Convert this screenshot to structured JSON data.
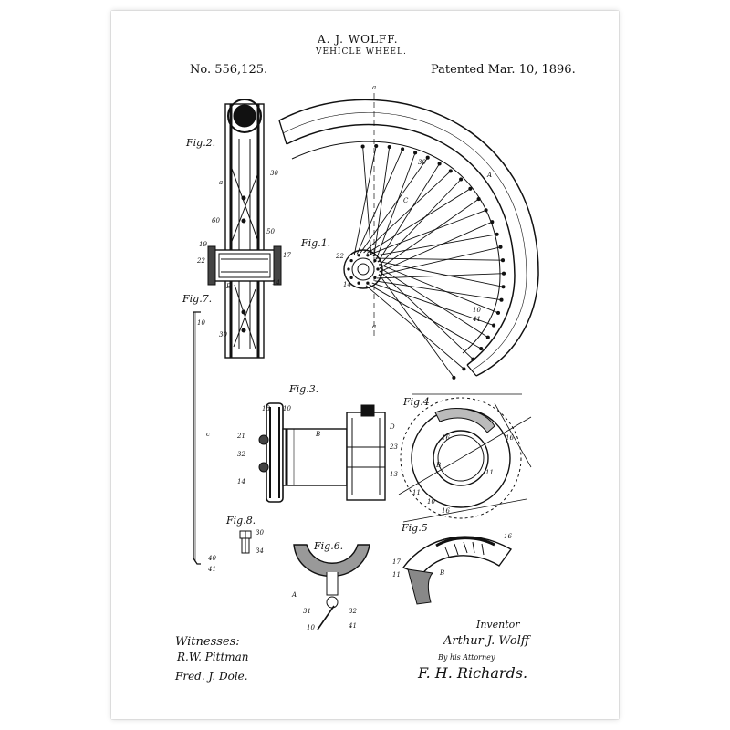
{
  "header": {
    "inventor": "A. J. WOLFF.",
    "title": "VEHICLE WHEEL.",
    "number": "No. 556,125.",
    "patented": "Patented Mar. 10, 1896."
  },
  "figures": {
    "fig1": "Fig.1.",
    "fig2": "Fig.2.",
    "fig3": "Fig.3.",
    "fig4": "Fig.4",
    "fig5": "Fig.5",
    "fig6": "Fig.6.",
    "fig7": "Fig.7.",
    "fig8": "Fig.8."
  },
  "footer": {
    "witnesses_label": "Witnesses:",
    "witness_1": "R.W. Pittman",
    "witness_2": "Fred. J. Dole.",
    "inventor_label": "Inventor",
    "inventor_name": "Arthur J. Wolff",
    "attorney_label": "By his Attorney",
    "attorney_signature": "F. H. Richards."
  },
  "colors": {
    "ink": "#111111",
    "paper": "#ffffff"
  }
}
